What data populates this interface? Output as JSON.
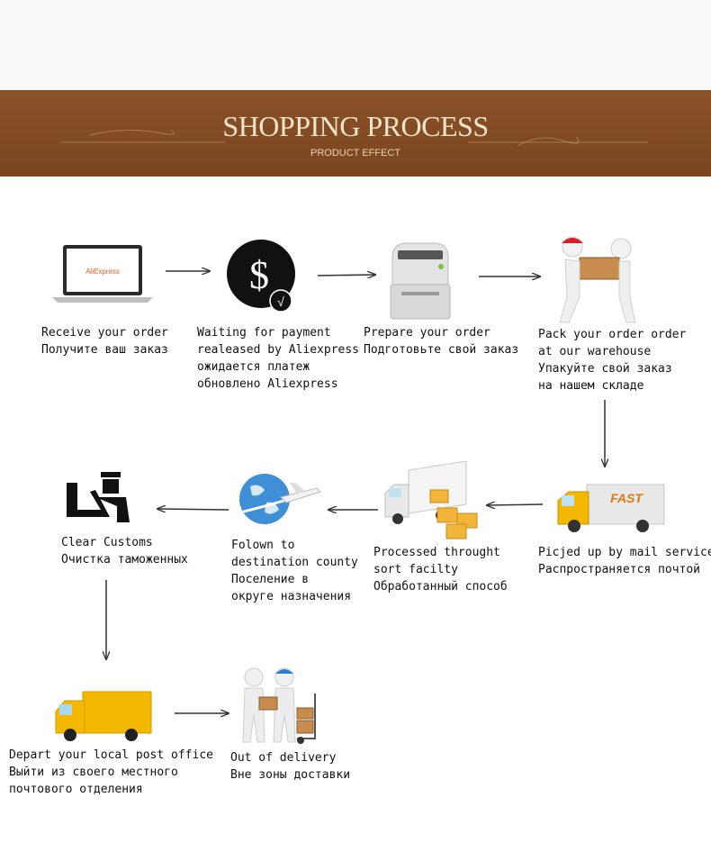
{
  "banner": {
    "title": "SHOPPING PROCESS",
    "subtitle": "PRODUCT EFFECT"
  },
  "colors": {
    "banner": "#7a4520",
    "banner_text": "#f3e3c8",
    "truck_yellow": "#f5b800",
    "arrow": "#333333"
  },
  "laptop_screen_text": "AliExpress",
  "truck_fast_text": "FAST",
  "steps": [
    {
      "icon": "laptop-icon",
      "lines": [
        "Receive your order",
        "Получите ваш заказ"
      ]
    },
    {
      "icon": "dollar-icon",
      "lines": [
        "Waiting for payment",
        "realeased by Aliexpress",
        "ожидается платеж",
        "обновлено Aliexpress"
      ]
    },
    {
      "icon": "printer-icon",
      "lines": [
        "Prepare your order",
        "Подготовьте свой заказ"
      ]
    },
    {
      "icon": "worker-box-icon",
      "lines": [
        "Pack your order order",
        "at our warehouse",
        "Упакуйте свой заказ",
        "на нашем складе"
      ]
    },
    {
      "icon": "fast-truck-icon",
      "lines": [
        "Picjed up by mail service",
        "Распространяется почтой"
      ]
    },
    {
      "icon": "box-truck-icon",
      "lines": [
        "Processed throught",
        "sort facilty",
        "Обработанный способ"
      ]
    },
    {
      "icon": "globe-plane-icon",
      "lines": [
        "Folown to",
        "destination county",
        "Поселение в",
        "округе назначения"
      ]
    },
    {
      "icon": "customs-icon",
      "lines": [
        "Clear Customs",
        "Очистка таможенных"
      ]
    },
    {
      "icon": "yellow-truck-icon",
      "lines": [
        "Depart your local post office",
        "Выйти из своего местного",
        "почтового отделения"
      ]
    },
    {
      "icon": "delivery-icon",
      "lines": [
        "Out of delivery",
        "Вне зоны доставки"
      ]
    }
  ]
}
